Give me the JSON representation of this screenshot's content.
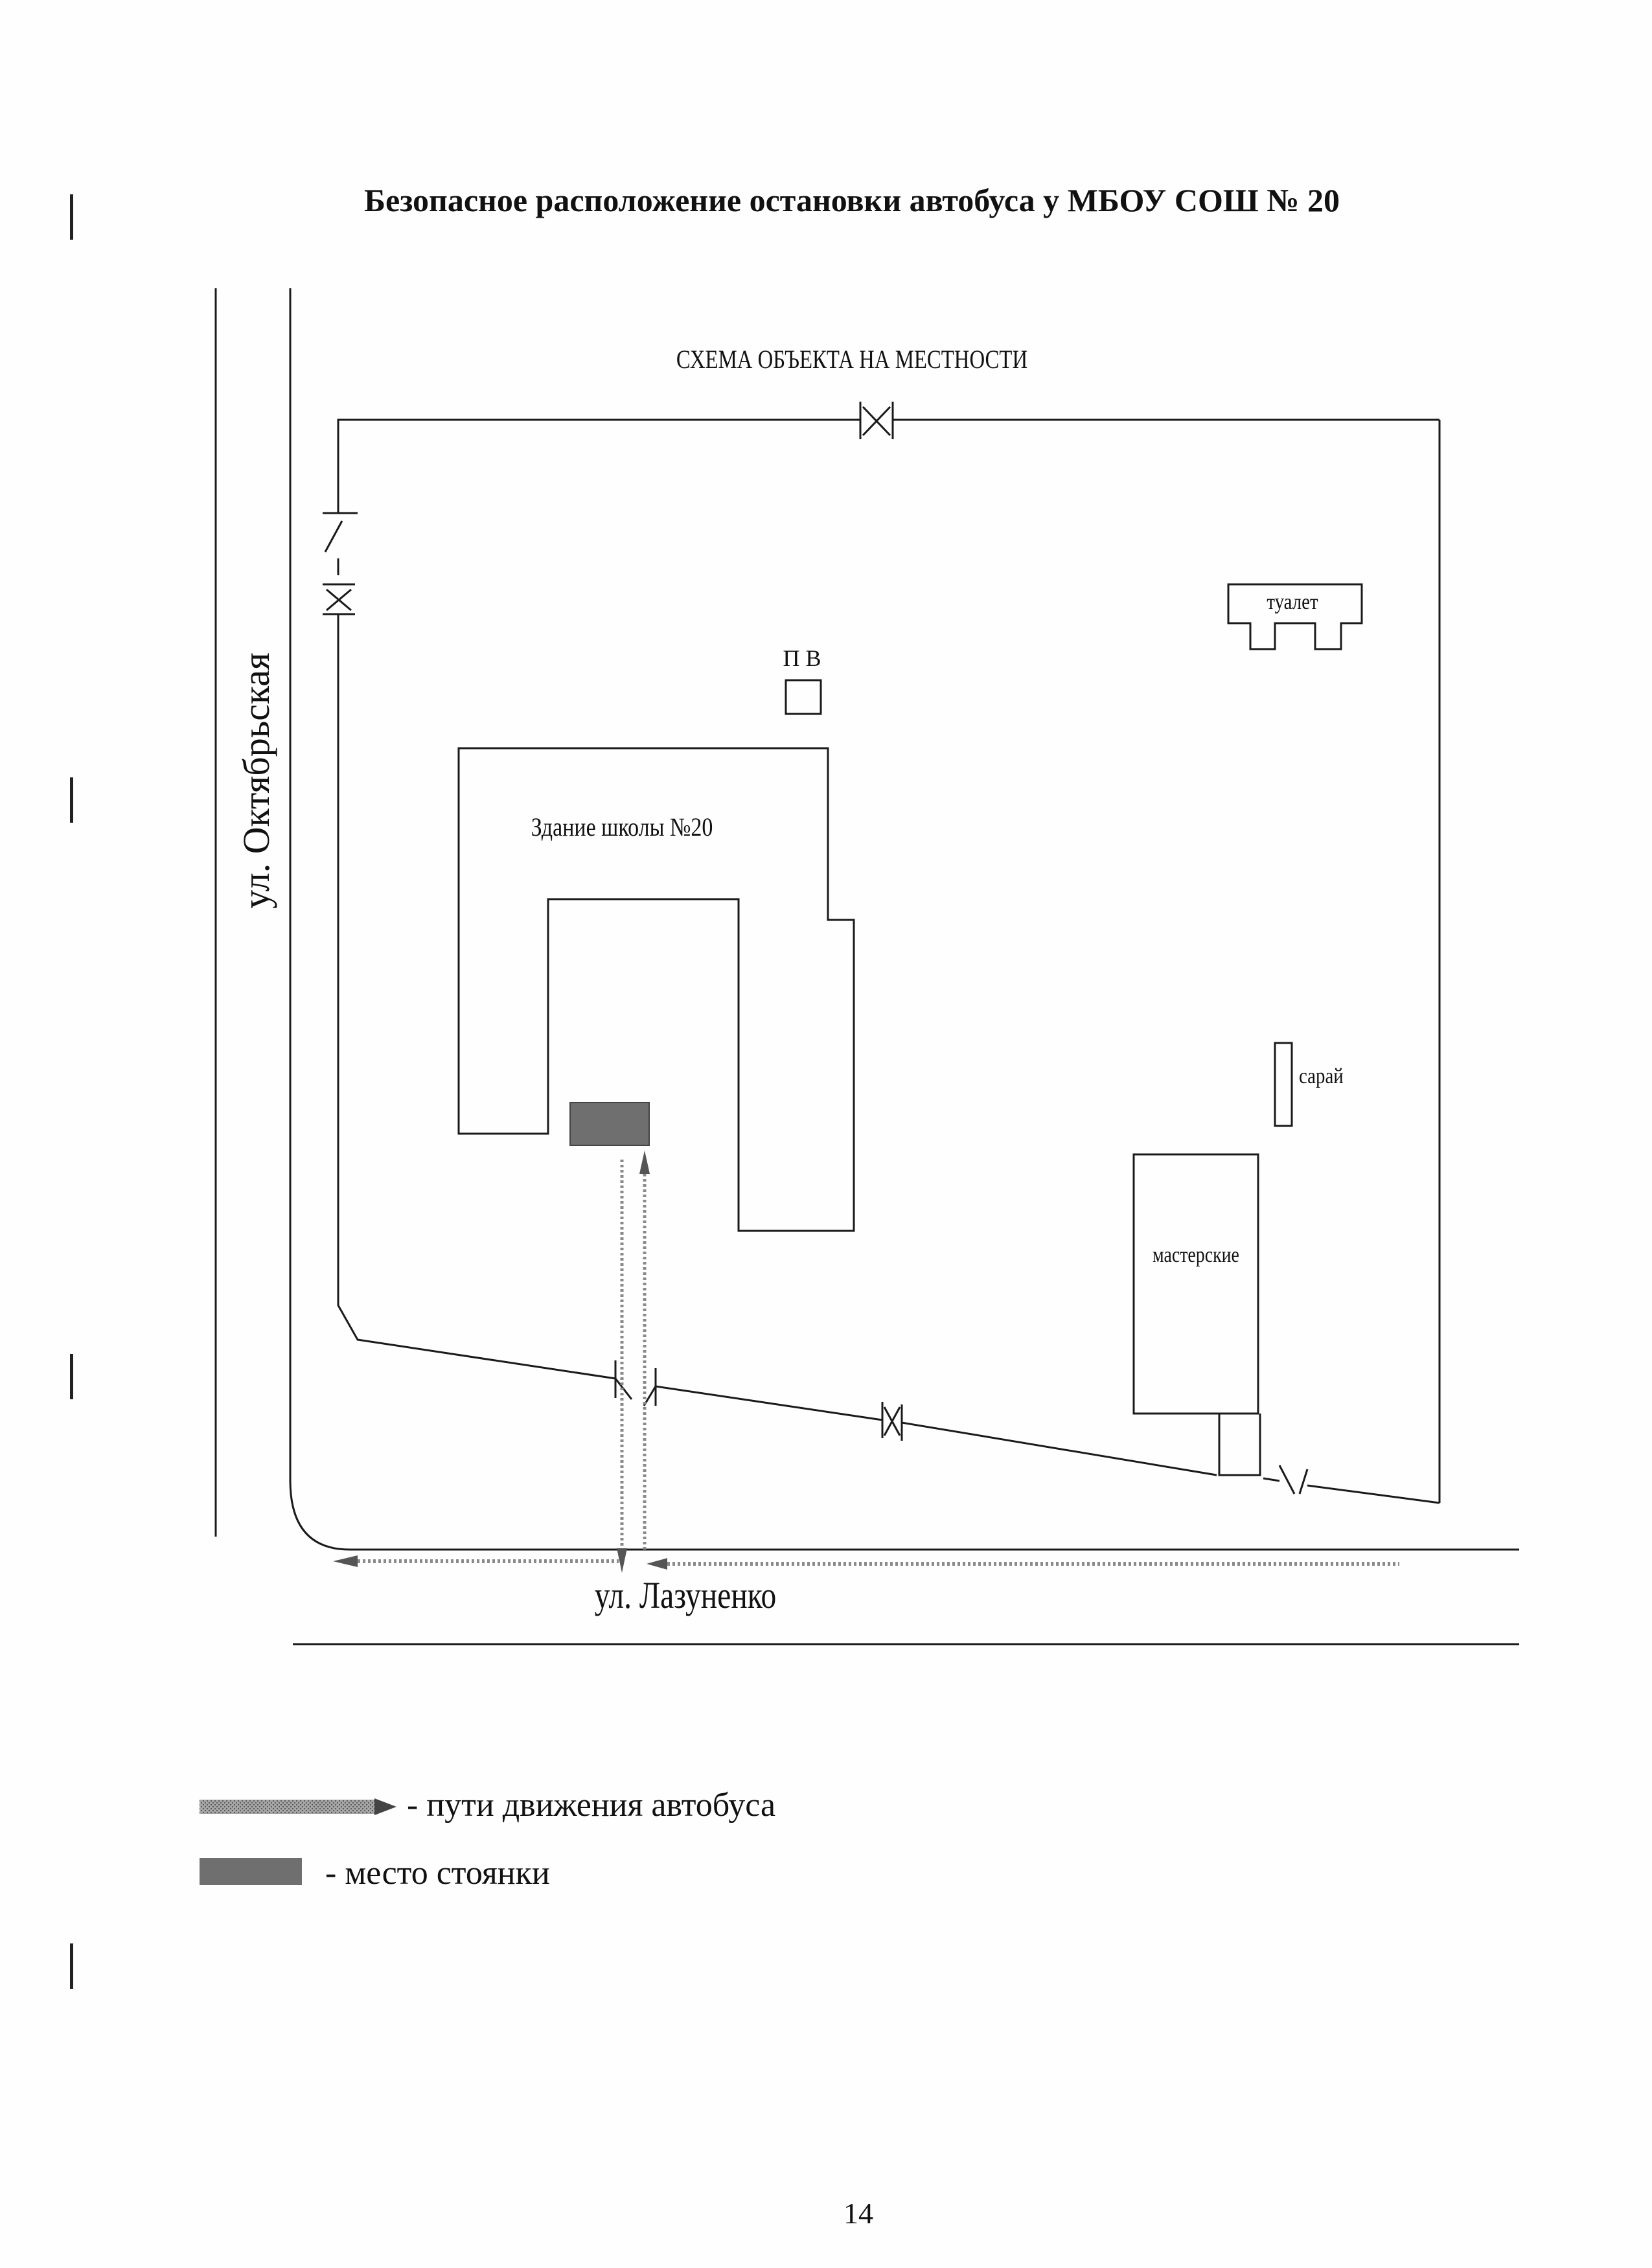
{
  "document": {
    "title": "Безопасное расположение остановки автобуса у МБОУ СОШ № 20",
    "page_number": "14"
  },
  "diagram": {
    "scheme_title": "СХЕМА ОБЪЕКТА НА МЕСТНОСТИ",
    "streets": {
      "oktyabrskaya": "ул. Октябрьская",
      "lazunenko": "ул. Лазуненко"
    },
    "buildings": {
      "school": "Здание школы №20",
      "pv": "П В",
      "toilet": "туалет",
      "shed": "сарай",
      "workshops": "мастерские"
    }
  },
  "legend": {
    "bus_path": "- пути движения автобуса",
    "parking": "- место стоянки"
  },
  "colors": {
    "line": "#1a1a1a",
    "parking_fill": "#6f6f6f",
    "bus_path": "#8a8a8a"
  }
}
